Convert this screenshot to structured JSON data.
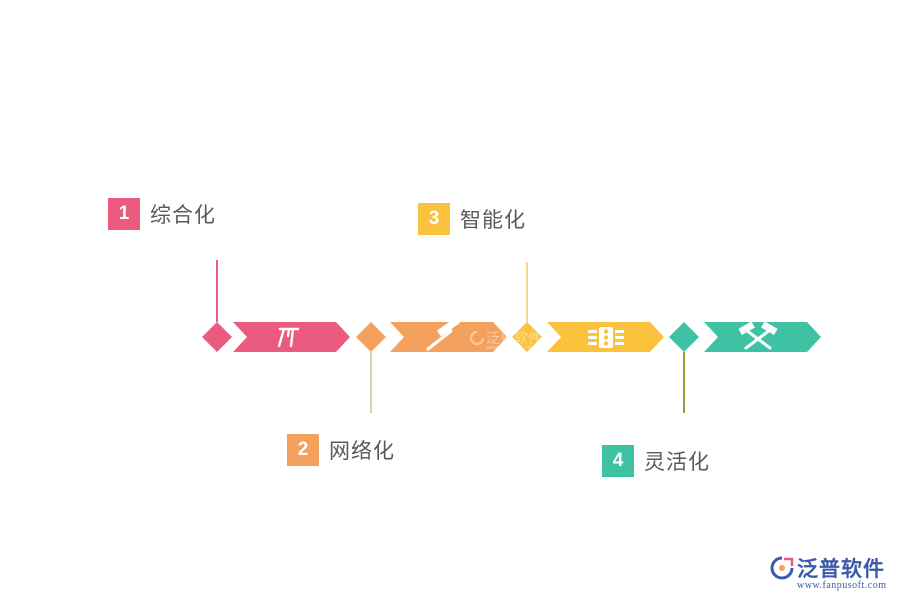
{
  "colors": {
    "pink": "#ea5b7f",
    "orange": "#f4a15d",
    "yellow": "#fbc23d",
    "teal": "#3fc2a3",
    "olive": "#8aa83a",
    "text": "#595959",
    "brand": "#3b5aa8"
  },
  "steps": [
    {
      "number": "1",
      "label": "综合化",
      "color": "#ea5b7f",
      "icon": "tripod-icon"
    },
    {
      "number": "2",
      "label": "网络化",
      "color": "#f4a15d",
      "icon": "hammer-icon"
    },
    {
      "number": "3",
      "label": "智能化",
      "color": "#fbc23d",
      "icon": "traffic-light-icon"
    },
    {
      "number": "4",
      "label": "灵活化",
      "color": "#3fc2a3",
      "icon": "crossed-hammers-icon"
    }
  ],
  "watermark": {
    "text": "泛普软件",
    "subtext": "www.fanpusoft.com"
  },
  "logo": {
    "name": "泛普软件",
    "url": "www.fanpusoft.com"
  }
}
